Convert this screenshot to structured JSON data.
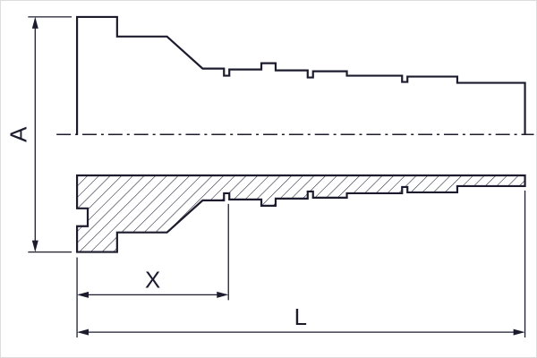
{
  "drawing": {
    "labels": {
      "A": "A",
      "X": "X",
      "L": "L"
    },
    "colors": {
      "line": "#1c1c2e",
      "background": "#ffffff"
    }
  }
}
